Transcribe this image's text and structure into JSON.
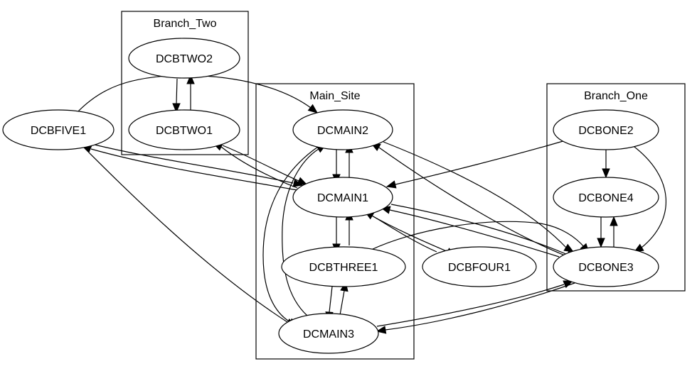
{
  "clusters": [
    {
      "id": "branch_two",
      "label": "Branch_Two"
    },
    {
      "id": "main_site",
      "label": "Main_Site"
    },
    {
      "id": "branch_one",
      "label": "Branch_One"
    }
  ],
  "nodes": [
    {
      "id": "DCBTWO2",
      "label": "DCBTWO2"
    },
    {
      "id": "DCBTWO1",
      "label": "DCBTWO1"
    },
    {
      "id": "DCBFIVE1",
      "label": "DCBFIVE1"
    },
    {
      "id": "DCMAIN2",
      "label": "DCMAIN2"
    },
    {
      "id": "DCMAIN1",
      "label": "DCMAIN1"
    },
    {
      "id": "DCBTHREE1",
      "label": "DCBTHREE1"
    },
    {
      "id": "DCMAIN3",
      "label": "DCMAIN3"
    },
    {
      "id": "DCBFOUR1",
      "label": "DCBFOUR1"
    },
    {
      "id": "DCBONE2",
      "label": "DCBONE2"
    },
    {
      "id": "DCBONE4",
      "label": "DCBONE4"
    },
    {
      "id": "DCBONE3",
      "label": "DCBONE3"
    }
  ],
  "edges": [
    {
      "from": "DCBTWO2",
      "to": "DCBTWO1"
    },
    {
      "from": "DCBTWO1",
      "to": "DCBTWO2"
    },
    {
      "from": "DCBFIVE1",
      "to": "DCMAIN2"
    },
    {
      "from": "DCBFIVE1",
      "to": "DCMAIN1"
    },
    {
      "from": "DCMAIN1",
      "to": "DCBFIVE1"
    },
    {
      "from": "DCBFIVE1",
      "to": "DCMAIN3"
    },
    {
      "from": "DCBTWO1",
      "to": "DCMAIN1"
    },
    {
      "from": "DCMAIN1",
      "to": "DCBTWO1"
    },
    {
      "from": "DCMAIN2",
      "to": "DCMAIN1"
    },
    {
      "from": "DCMAIN1",
      "to": "DCMAIN2"
    },
    {
      "from": "DCMAIN2",
      "to": "DCMAIN3"
    },
    {
      "from": "DCMAIN3",
      "to": "DCMAIN2"
    },
    {
      "from": "DCMAIN2",
      "to": "DCBONE3"
    },
    {
      "from": "DCBONE3",
      "to": "DCMAIN2"
    },
    {
      "from": "DCMAIN1",
      "to": "DCBTHREE1"
    },
    {
      "from": "DCBTHREE1",
      "to": "DCMAIN1"
    },
    {
      "from": "DCMAIN1",
      "to": "DCBFOUR1"
    },
    {
      "from": "DCBFOUR1",
      "to": "DCMAIN1"
    },
    {
      "from": "DCMAIN1",
      "to": "DCBONE3"
    },
    {
      "from": "DCBONE3",
      "to": "DCMAIN1"
    },
    {
      "from": "DCBONE2",
      "to": "DCMAIN1"
    },
    {
      "from": "DCBTHREE1",
      "to": "DCMAIN3"
    },
    {
      "from": "DCMAIN3",
      "to": "DCBTHREE1"
    },
    {
      "from": "DCBTHREE1",
      "to": "DCBONE3"
    },
    {
      "from": "DCMAIN3",
      "to": "DCBONE3"
    },
    {
      "from": "DCBONE3",
      "to": "DCMAIN3"
    },
    {
      "from": "DCBONE2",
      "to": "DCBONE4"
    },
    {
      "from": "DCBONE2",
      "to": "DCBONE3"
    },
    {
      "from": "DCBONE4",
      "to": "DCBONE3"
    },
    {
      "from": "DCBONE3",
      "to": "DCBONE4"
    }
  ]
}
